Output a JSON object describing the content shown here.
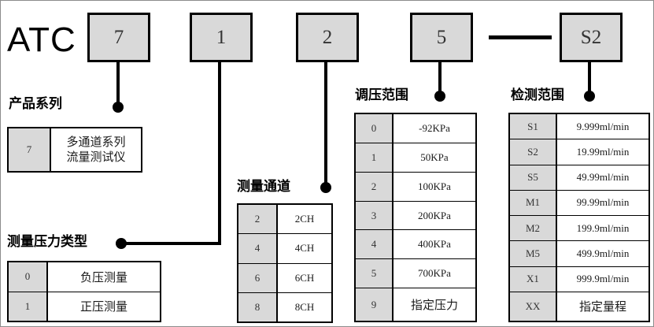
{
  "model": {
    "prefix": "ATC",
    "boxes": [
      {
        "name": "series-code",
        "value": "7"
      },
      {
        "name": "pressure-code",
        "value": "1"
      },
      {
        "name": "channel-code",
        "value": "2"
      },
      {
        "name": "range-code",
        "value": "5"
      },
      {
        "name": "detect-code",
        "value": "S2"
      }
    ],
    "separator": "—"
  },
  "sections": {
    "series": {
      "caption": "产品系列",
      "rows": [
        {
          "code": "7",
          "value_line1": "多通道系列",
          "value_line2": "流量测试仪"
        }
      ]
    },
    "pressure_type": {
      "caption": "测量压力类型",
      "rows": [
        {
          "code": "0",
          "value": "负压测量"
        },
        {
          "code": "1",
          "value": "正压测量"
        }
      ]
    },
    "channel": {
      "caption": "测量通道",
      "rows": [
        {
          "code": "2",
          "value": "2CH"
        },
        {
          "code": "4",
          "value": "4CH"
        },
        {
          "code": "6",
          "value": "6CH"
        },
        {
          "code": "8",
          "value": "8CH"
        }
      ]
    },
    "pressure_range": {
      "caption": "调压范围",
      "rows": [
        {
          "code": "0",
          "value": "-92KPa"
        },
        {
          "code": "1",
          "value": "50KPa"
        },
        {
          "code": "2",
          "value": "100KPa"
        },
        {
          "code": "3",
          "value": "200KPa"
        },
        {
          "code": "4",
          "value": "400KPa"
        },
        {
          "code": "5",
          "value": "700KPa"
        },
        {
          "code": "9",
          "value": "指定压力"
        }
      ]
    },
    "detection_range": {
      "caption": "检测范围",
      "rows": [
        {
          "code": "S1",
          "value": "9.999ml/min"
        },
        {
          "code": "S2",
          "value": "19.99ml/min"
        },
        {
          "code": "S5",
          "value": "49.99ml/min"
        },
        {
          "code": "M1",
          "value": "99.99ml/min"
        },
        {
          "code": "M2",
          "value": "199.9ml/min"
        },
        {
          "code": "M5",
          "value": "499.9ml/min"
        },
        {
          "code": "X1",
          "value": "999.9ml/min"
        },
        {
          "code": "XX",
          "value": "指定量程"
        }
      ]
    }
  },
  "colors": {
    "box_fill": "#d9d9d9",
    "line": "#000000",
    "background": "#ffffff"
  }
}
